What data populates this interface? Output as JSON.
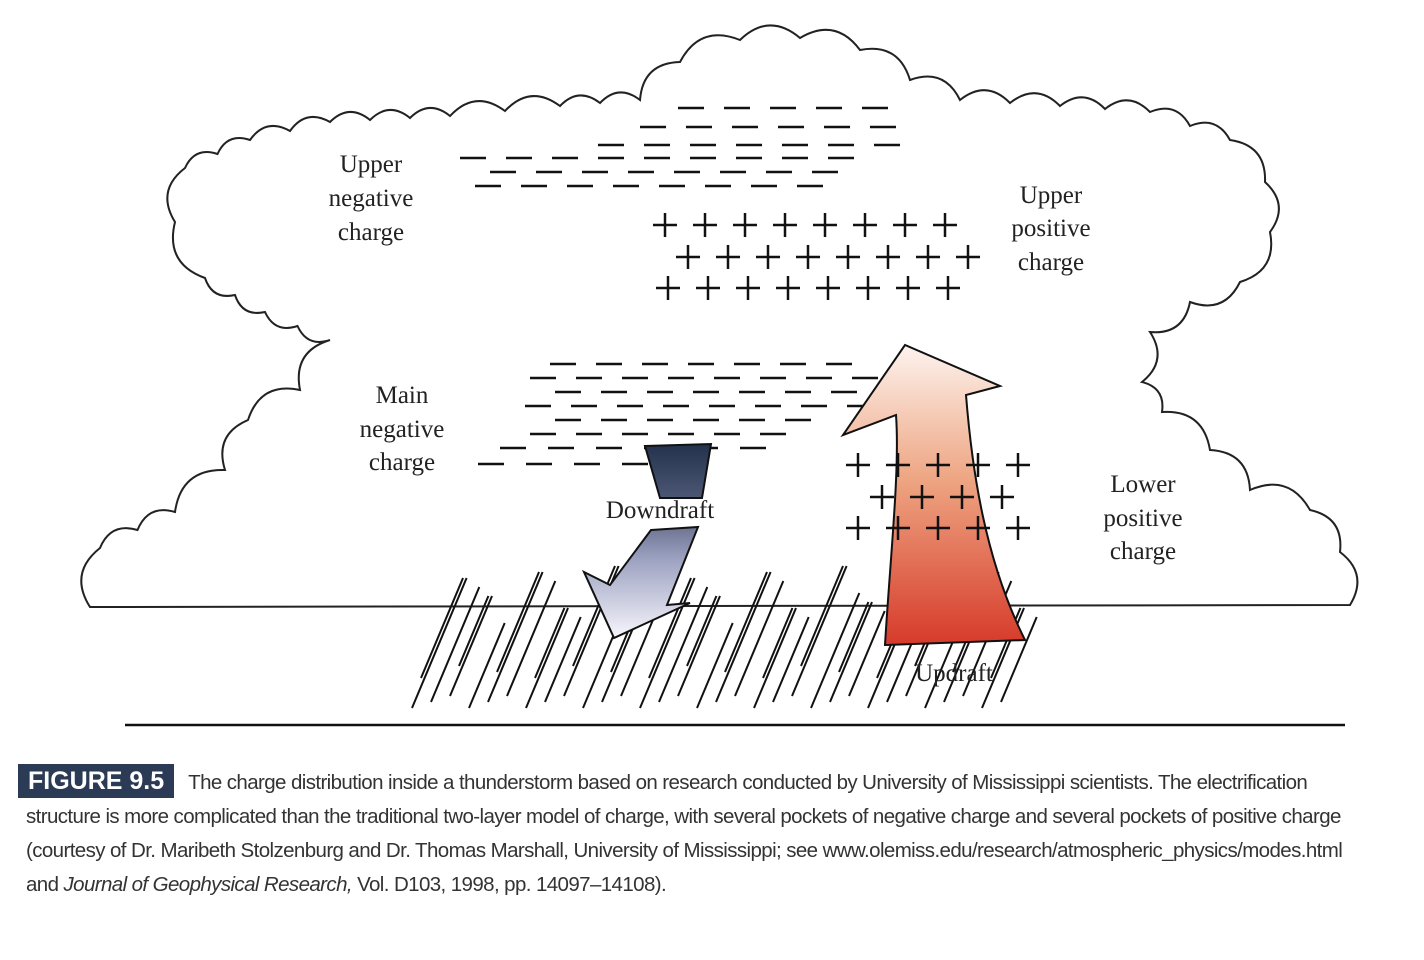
{
  "labels": {
    "upper_negative": [
      "Upper",
      "negative",
      "charge"
    ],
    "upper_positive": [
      "Upper",
      "positive",
      "charge"
    ],
    "main_negative": [
      "Main",
      "negative",
      "charge"
    ],
    "lower_positive": [
      "Lower",
      "positive",
      "charge"
    ],
    "downdraft": "Downdraft",
    "updraft": "Updraft"
  },
  "caption": {
    "figure_label": "FIGURE 9.5",
    "line1": "The charge distribution inside a thunderstorm based on research conducted by University of Mississippi scientists. The electrification",
    "line2": "structure is more complicated than the traditional two-layer model of charge, with several pockets of negative charge and several pockets of positive charge",
    "line3": "(courtesy of Dr. Maribeth Stolzenburg and Dr. Thomas Marshall, University of Mississippi; see www.olemiss.edu/research/atmospheric_physics/modes.html",
    "line4_a": "and ",
    "line4_journal": "Journal of Geophysical Research,",
    "line4_b": " Vol. D103, 1998, pp. 14097–14108)."
  },
  "colors": {
    "badge": "#2b3a55",
    "updraft_top": "#fbeee6",
    "updraft_bottom": "#d9402c",
    "downdraft_top": "#2a3a55",
    "downdraft_bottom": "#f4f4fa"
  }
}
